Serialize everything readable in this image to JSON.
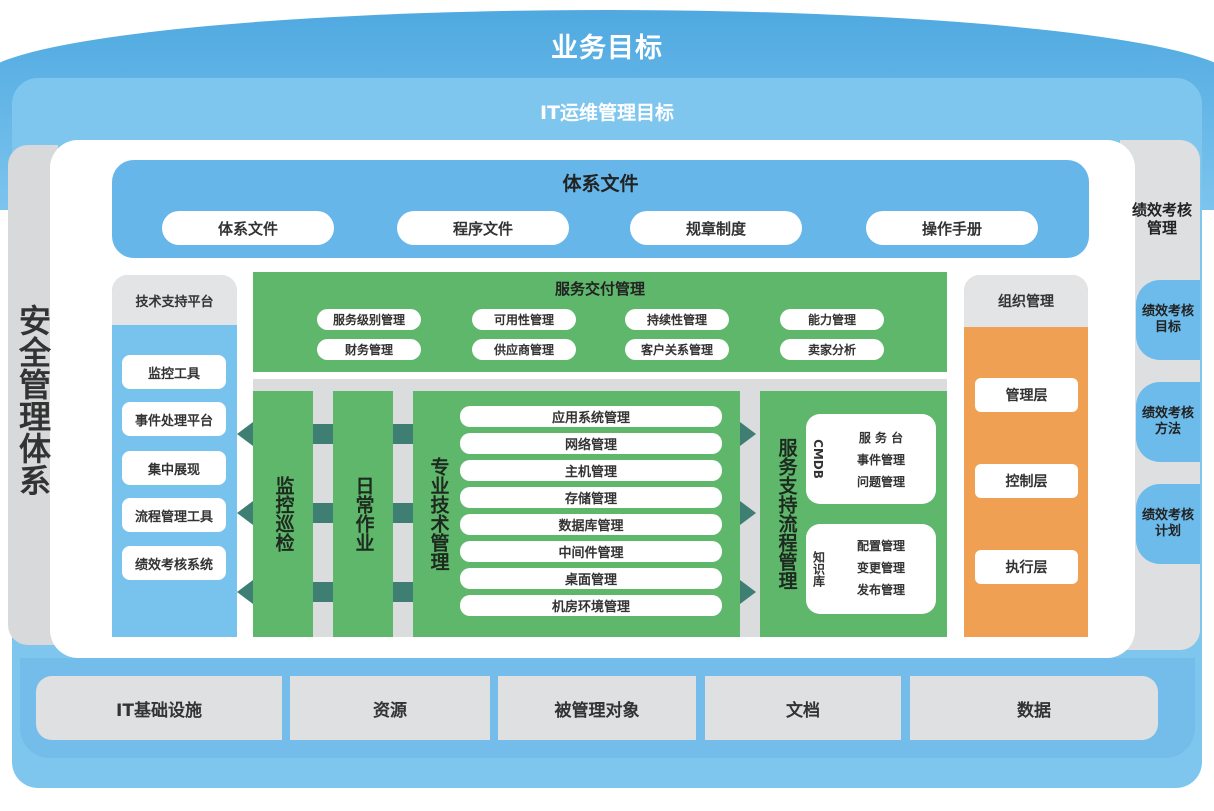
{
  "header": {
    "business_goal": "业务目标",
    "it_ops_goal": "IT运维管理目标"
  },
  "left_side": {
    "label": "安全管理体系"
  },
  "system_docs": {
    "title": "体系文件",
    "items": [
      "体系文件",
      "程序文件",
      "规章制度",
      "操作手册"
    ]
  },
  "tech_support": {
    "title": "技术支持平台",
    "items": [
      "监控工具",
      "事件处理平台",
      "集中展现",
      "流程管理工具",
      "绩效考核系统"
    ]
  },
  "service_delivery": {
    "title": "服务交付管理",
    "row1": [
      "服务级别管理",
      "可用性管理",
      "持续性管理",
      "能力管理"
    ],
    "row2": [
      "财务管理",
      "供应商管理",
      "客户关系管理",
      "卖家分析"
    ]
  },
  "monitoring": {
    "label": "监控巡检"
  },
  "daily_ops": {
    "label": "日常作业"
  },
  "professional_tech": {
    "label": "专业技术管理",
    "items": [
      "应用系统管理",
      "网络管理",
      "主机管理",
      "存储管理",
      "数据库管理",
      "中间件管理",
      "桌面管理",
      "机房环境管理"
    ]
  },
  "service_support": {
    "label": "服务支持流程管理",
    "cmdb": {
      "tag": "CMDB",
      "items": [
        "服 务 台",
        "事件管理",
        "问题管理"
      ]
    },
    "knowledge": {
      "tag": "知识库",
      "items": [
        "配置管理",
        "变更管理",
        "发布管理"
      ]
    }
  },
  "org_mgmt": {
    "title": "组织管理",
    "items": [
      "管理层",
      "控制层",
      "执行层"
    ]
  },
  "performance": {
    "title": "绩效考核管理",
    "tabs": [
      "绩效考核目标",
      "绩效考核方法",
      "绩效考核计划"
    ]
  },
  "bottom": [
    "IT基础设施",
    "资源",
    "被管理对象",
    "文档",
    "数据"
  ],
  "colors": {
    "sky_blue": "#66b6ea",
    "green": "#5fb76b",
    "orange": "#f0a052",
    "gray": "#dadcde",
    "connector": "#3f7e73"
  }
}
